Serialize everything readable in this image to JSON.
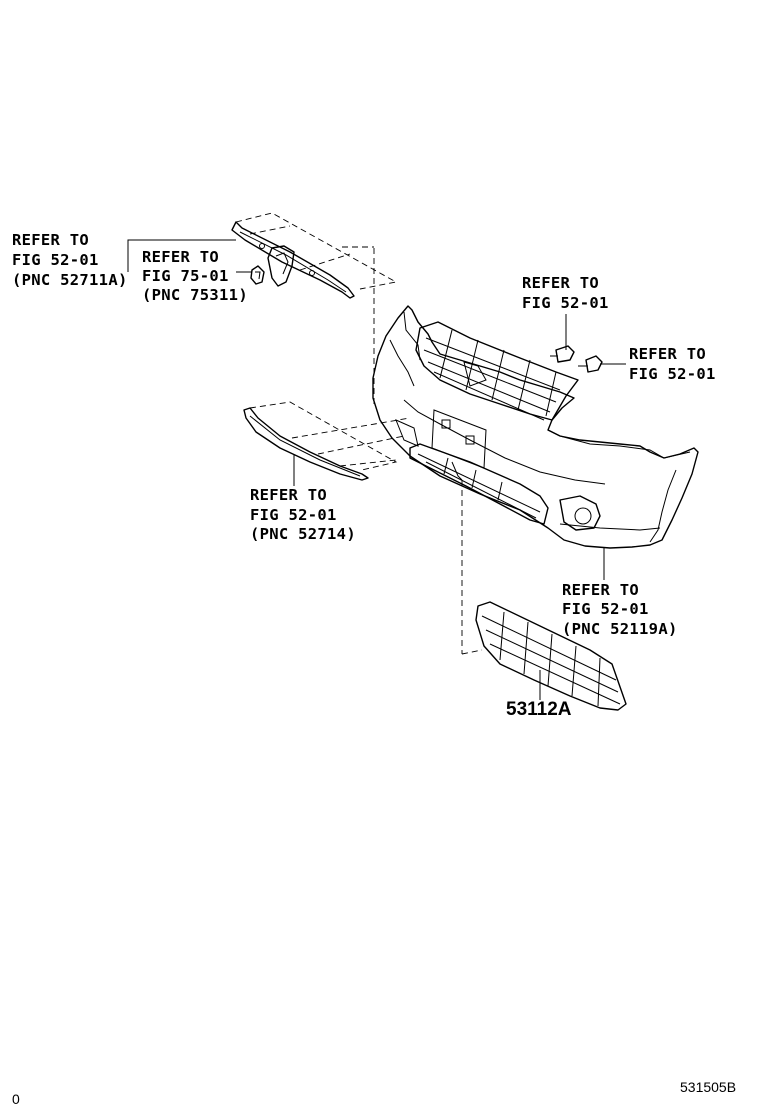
{
  "callouts": {
    "upper_molding": [
      "REFER TO",
      "FIG 52-01",
      "(PNC 52711A)"
    ],
    "emblem": [
      "REFER TO",
      "FIG 75-01",
      "(PNC 75311)"
    ],
    "clip_top": [
      "REFER TO",
      "FIG 52-01"
    ],
    "clip_right": [
      "REFER TO",
      "FIG 52-01"
    ],
    "lower_molding": [
      "REFER TO",
      "FIG 52-01",
      "(PNC 52714)"
    ],
    "bumper_cover": [
      "REFER TO",
      "FIG 52-01",
      "(PNC 52119A)"
    ]
  },
  "part_number": "53112A",
  "footer": {
    "left_code": "0",
    "figure_id": "531505B"
  }
}
